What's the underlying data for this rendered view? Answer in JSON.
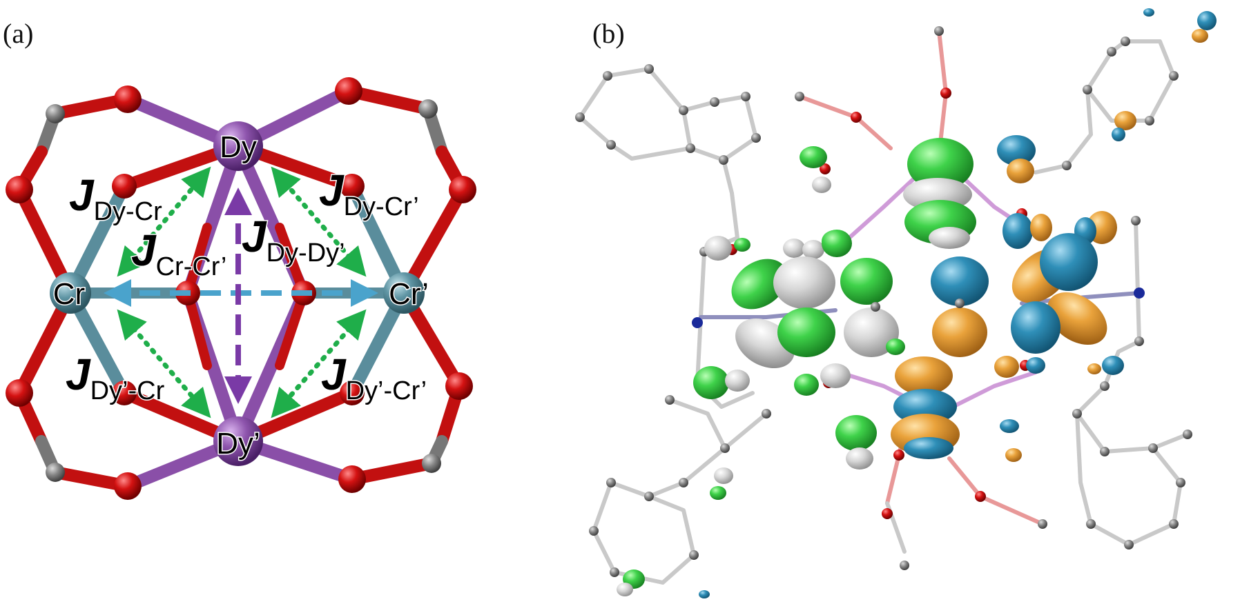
{
  "panels": {
    "a": {
      "label": "(a)",
      "atoms": {
        "dy_top": "Dy",
        "dy_bottom": "Dy’",
        "cr_left": "Cr",
        "cr_right": "Cr’"
      },
      "couplings": {
        "dy_cr": {
          "symbol": "J",
          "sub": "Dy-Cr"
        },
        "dy_crp": {
          "symbol": "J",
          "sub": "Dy-Cr’"
        },
        "cr_crp": {
          "symbol": "J",
          "sub": "Cr-Cr’"
        },
        "dy_dyp": {
          "symbol": "J",
          "sub": "Dy-Dy’"
        },
        "dyp_cr": {
          "symbol": "J",
          "sub": "Dy’-Cr"
        },
        "dyp_crp": {
          "symbol": "J",
          "sub": "Dy’-Cr’"
        }
      }
    },
    "b": {
      "label": "(b)"
    }
  },
  "colors": {
    "oxygen": "#cc1010",
    "carbon": "#7a7a7a",
    "dysprosium": "#8a4fa8",
    "chromium": "#5a8d9c",
    "nitrogen": "#1a2a9a",
    "green_orbital": "#3fd24a",
    "white_orbital": "#d8d8d8",
    "blue_orbital": "#2f8fb8",
    "orange_orbital": "#e9a23b",
    "arrow_green": "#1fae4a",
    "arrow_blue": "#4aa3cc",
    "arrow_purple": "#7a3aa6"
  }
}
